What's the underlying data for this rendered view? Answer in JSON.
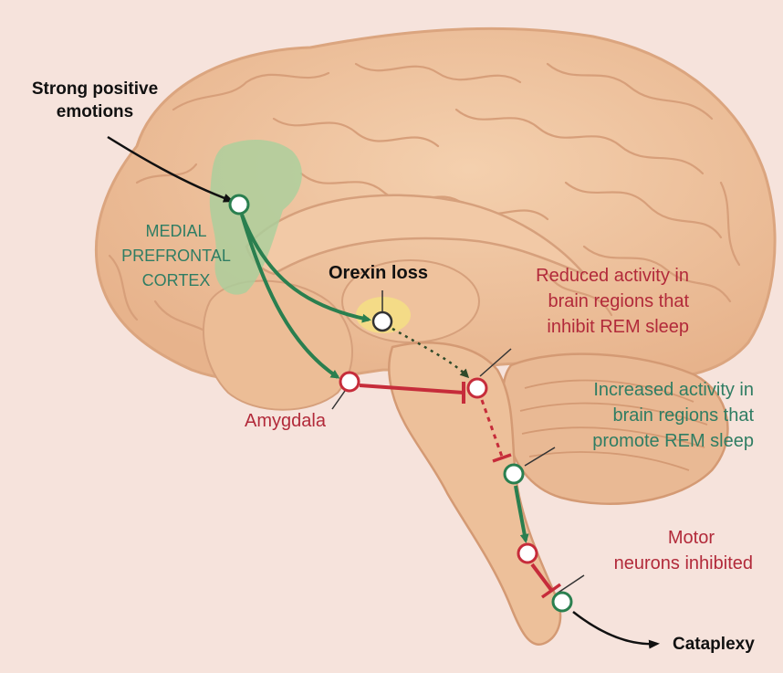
{
  "labels": {
    "strong_positive_emotions": [
      "Strong positive",
      "emotions"
    ],
    "medial_prefrontal_cortex": [
      "MEDIAL",
      "PREFRONTAL",
      "CORTEX"
    ],
    "orexin_loss": "Orexin loss",
    "reduced_activity": [
      "Reduced activity in",
      "brain regions that",
      "inhibit REM sleep"
    ],
    "increased_activity": [
      "Increased activity in",
      "brain regions that",
      "promote REM sleep"
    ],
    "amygdala": "Amygdala",
    "motor_neurons": [
      "Motor",
      "neurons inhibited"
    ],
    "cataplexy": "Cataplexy"
  },
  "colors": {
    "background": "#f6e3dc",
    "brain": "#f0c7a2",
    "brain_outline": "#dba57f",
    "excitatory_arrow": "#2a7f4f",
    "inhibitory_line": "#c62c3a",
    "mpfc_region": "#a9cf9c",
    "orexin_region": "#f4df84"
  },
  "nodes": [
    {
      "id": "mpfc",
      "kind": "green"
    },
    {
      "id": "orexin",
      "kind": "neutral"
    },
    {
      "id": "amygdala",
      "kind": "red"
    },
    {
      "id": "rem-inhibit",
      "kind": "red"
    },
    {
      "id": "rem-promote",
      "kind": "green"
    },
    {
      "id": "motor-relay",
      "kind": "red"
    },
    {
      "id": "motor-neurons",
      "kind": "green"
    }
  ]
}
